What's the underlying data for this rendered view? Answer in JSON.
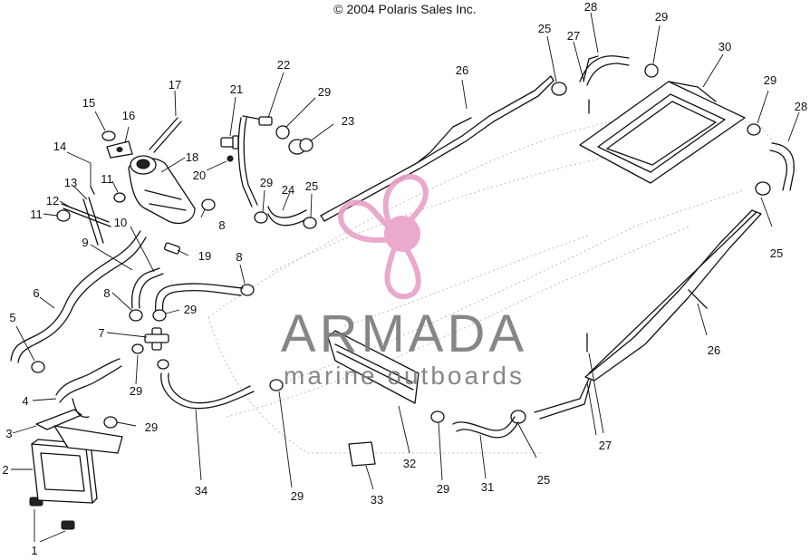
{
  "copyright": "© 2004 Polaris Sales Inc.",
  "watermark": {
    "brand": "ARMADA",
    "tagline": "marine outboards",
    "logo_color": "#e8a0c8"
  },
  "callouts": [
    {
      "id": "c1",
      "text": "1"
    },
    {
      "id": "c2",
      "text": "2"
    },
    {
      "id": "c3",
      "text": "3"
    },
    {
      "id": "c4",
      "text": "4"
    },
    {
      "id": "c5",
      "text": "5"
    },
    {
      "id": "c6",
      "text": "6"
    },
    {
      "id": "c7",
      "text": "7"
    },
    {
      "id": "c8a",
      "text": "8"
    },
    {
      "id": "c8b",
      "text": "8"
    },
    {
      "id": "c8c",
      "text": "8"
    },
    {
      "id": "c9",
      "text": "9"
    },
    {
      "id": "c10",
      "text": "10"
    },
    {
      "id": "c11a",
      "text": "11"
    },
    {
      "id": "c11b",
      "text": "11"
    },
    {
      "id": "c12",
      "text": "12"
    },
    {
      "id": "c13",
      "text": "13"
    },
    {
      "id": "c14",
      "text": "14"
    },
    {
      "id": "c15",
      "text": "15"
    },
    {
      "id": "c16",
      "text": "16"
    },
    {
      "id": "c17",
      "text": "17"
    },
    {
      "id": "c18",
      "text": "18"
    },
    {
      "id": "c19",
      "text": "19"
    },
    {
      "id": "c20",
      "text": "20"
    },
    {
      "id": "c21",
      "text": "21"
    },
    {
      "id": "c22",
      "text": "22"
    },
    {
      "id": "c23",
      "text": "23"
    },
    {
      "id": "c24",
      "text": "24"
    },
    {
      "id": "c25a",
      "text": "25"
    },
    {
      "id": "c25b",
      "text": "25"
    },
    {
      "id": "c25c",
      "text": "25"
    },
    {
      "id": "c25d",
      "text": "25"
    },
    {
      "id": "c26a",
      "text": "26"
    },
    {
      "id": "c26b",
      "text": "26"
    },
    {
      "id": "c27a",
      "text": "27"
    },
    {
      "id": "c27b",
      "text": "27"
    },
    {
      "id": "c28a",
      "text": "28"
    },
    {
      "id": "c28b",
      "text": "28"
    },
    {
      "id": "c29a",
      "text": "29"
    },
    {
      "id": "c29b",
      "text": "29"
    },
    {
      "id": "c29c",
      "text": "29"
    },
    {
      "id": "c29d",
      "text": "29"
    },
    {
      "id": "c29e",
      "text": "29"
    },
    {
      "id": "c29f",
      "text": "29"
    },
    {
      "id": "c29g",
      "text": "29"
    },
    {
      "id": "c29h",
      "text": "29"
    },
    {
      "id": "c29i",
      "text": "29"
    },
    {
      "id": "c30",
      "text": "30"
    },
    {
      "id": "c31",
      "text": "31"
    },
    {
      "id": "c32",
      "text": "32"
    },
    {
      "id": "c33",
      "text": "33"
    },
    {
      "id": "c34",
      "text": "34"
    }
  ]
}
